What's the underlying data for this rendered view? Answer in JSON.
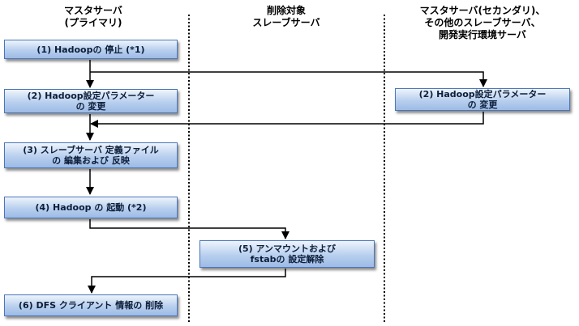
{
  "lanes": {
    "master": {
      "line1": "マスタサーバ",
      "line2": "(プライマリ)"
    },
    "target": {
      "line1": "削除対象",
      "line2": "スレーブサーバ"
    },
    "others": {
      "line1": "マスタサーバ(セカンダリ)、",
      "line2": "その他のスレーブサーバ、",
      "line3": "開発実行環境サーバ"
    }
  },
  "steps": {
    "s1": {
      "line1": "(1) Hadoopの 停止 (*1)"
    },
    "s2a": {
      "line1": "(2) Hadoop設定パラメーター",
      "line2": "の 変更"
    },
    "s2b": {
      "line1": "(2) Hadoop設定パラメーター",
      "line2": "の 変更"
    },
    "s3": {
      "line1": "(3) スレーブサーバ 定義ファイル",
      "line2": "の 編集および 反映"
    },
    "s4": {
      "line1": "(4) Hadoop の 起動 (*2)"
    },
    "s5": {
      "line1": "(5) アンマウントおよび",
      "line2": "fstabの 設定解除"
    },
    "s6": {
      "line1": "(6) DFS クライアント 情報の 削除"
    }
  },
  "colors": {
    "box_border": "#4a76b8",
    "box_fill_top": "#eef4fc",
    "box_fill_bottom": "#9dbbe6",
    "connector": "#000000"
  }
}
